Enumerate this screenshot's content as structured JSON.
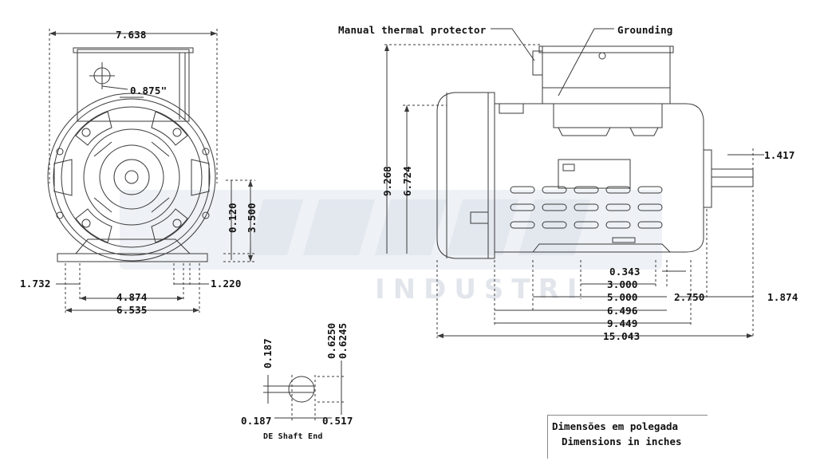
{
  "dims": {
    "top_width": "7.638",
    "shaft_dia_top": "0.875\"",
    "d_0120": "0.120",
    "d_3500": "3.500",
    "d_1732": "1.732",
    "d_1220": "1.220",
    "d_4874": "4.874",
    "d_6535": "6.535",
    "d_9268": "9.268",
    "d_6724": "6.724",
    "d_1417": "1.417",
    "d_0343": "0.343",
    "d_3000": "3.000",
    "d_5000": "5.000",
    "d_2750": "2.750",
    "d_1874": "1.874",
    "d_6496": "6.496",
    "d_9449": "9.449",
    "d_15043": "15.043",
    "d_0187_v": "0.187",
    "d_06250": "0.6250",
    "d_06245": "0.6245",
    "d_0187_h": "0.187",
    "d_0517": "0.517"
  },
  "callouts": {
    "thermal": "Manual thermal protector",
    "grounding": "Grounding"
  },
  "shaft_title": "DE Shaft End",
  "watermark": "INDUSTRI",
  "notes": {
    "pt": "Dimensões em polegada",
    "en": "Dimensions in inches"
  },
  "colors": {
    "line": "#3a3a3a",
    "watermark": "#e2e6ec"
  }
}
